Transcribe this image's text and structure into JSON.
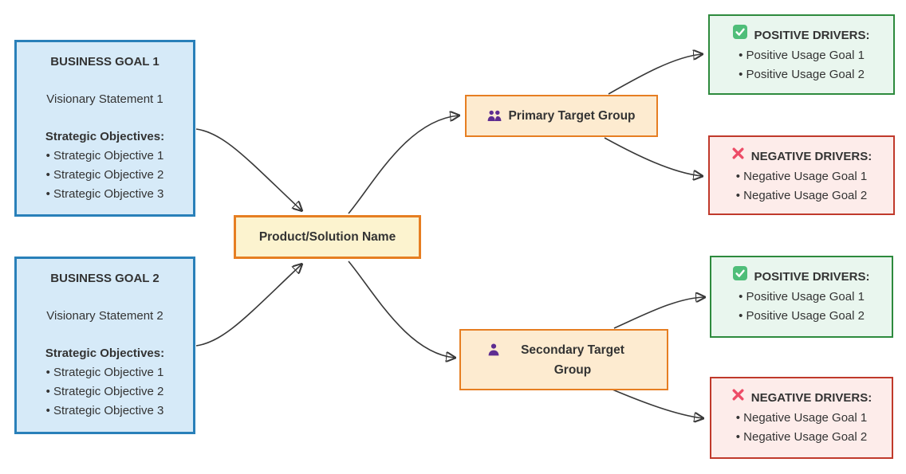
{
  "colors": {
    "goal_fill": "#D6EAF8",
    "goal_border": "#2980B9",
    "product_fill": "#FCF3CF",
    "product_border": "#E67E22",
    "group_fill": "#FDEBD0",
    "group_border": "#E67E22",
    "positive_fill": "#E9F6EE",
    "positive_border": "#2D8A3D",
    "negative_fill": "#FDECEA",
    "negative_border": "#C0392B",
    "edge_color": "#383838",
    "text_color": "#333333",
    "person_icon_color": "#5E2D91",
    "check_icon_color": "#4FBE79",
    "cross_icon_color": "#ED4C67"
  },
  "nodes": {
    "business_goal_1": {
      "title": "BUSINESS GOAL 1",
      "statement": "Visionary Statement 1",
      "objectives_heading": "Strategic Objectives:",
      "objectives": [
        "Strategic Objective 1",
        "Strategic Objective 2",
        "Strategic Objective 3"
      ]
    },
    "business_goal_2": {
      "title": "BUSINESS GOAL 2",
      "statement": "Visionary Statement 2",
      "objectives_heading": "Strategic Objectives:",
      "objectives": [
        "Strategic Objective 1",
        "Strategic Objective 2",
        "Strategic Objective 3"
      ]
    },
    "product": {
      "label": "Product/Solution Name"
    },
    "primary_group": {
      "label": "Primary Target Group",
      "icon": "users-icon"
    },
    "secondary_group": {
      "label": "Secondary Target Group",
      "icon": "user-icon"
    },
    "positive_drivers_1": {
      "title": "POSITIVE DRIVERS:",
      "icon": "check-icon",
      "items": [
        "Positive Usage Goal 1",
        "Positive Usage Goal 2"
      ]
    },
    "negative_drivers_1": {
      "title": "NEGATIVE DRIVERS:",
      "icon": "cross-icon",
      "items": [
        "Negative Usage Goal 1",
        "Negative Usage Goal 2"
      ]
    },
    "positive_drivers_2": {
      "title": "POSITIVE DRIVERS:",
      "icon": "check-icon",
      "items": [
        "Positive Usage Goal 1",
        "Positive Usage Goal 2"
      ]
    },
    "negative_drivers_2": {
      "title": "NEGATIVE DRIVERS:",
      "icon": "cross-icon",
      "items": [
        "Negative Usage Goal 1",
        "Negative Usage Goal 2"
      ]
    }
  },
  "edges": [
    {
      "from": "business-goal-1",
      "to": "product"
    },
    {
      "from": "business-goal-2",
      "to": "product"
    },
    {
      "from": "product",
      "to": "primary-target-group"
    },
    {
      "from": "product",
      "to": "secondary-target-group"
    },
    {
      "from": "primary-target-group",
      "to": "positive-drivers-1"
    },
    {
      "from": "primary-target-group",
      "to": "negative-drivers-1"
    },
    {
      "from": "secondary-target-group",
      "to": "positive-drivers-2"
    },
    {
      "from": "secondary-target-group",
      "to": "negative-drivers-2"
    }
  ]
}
